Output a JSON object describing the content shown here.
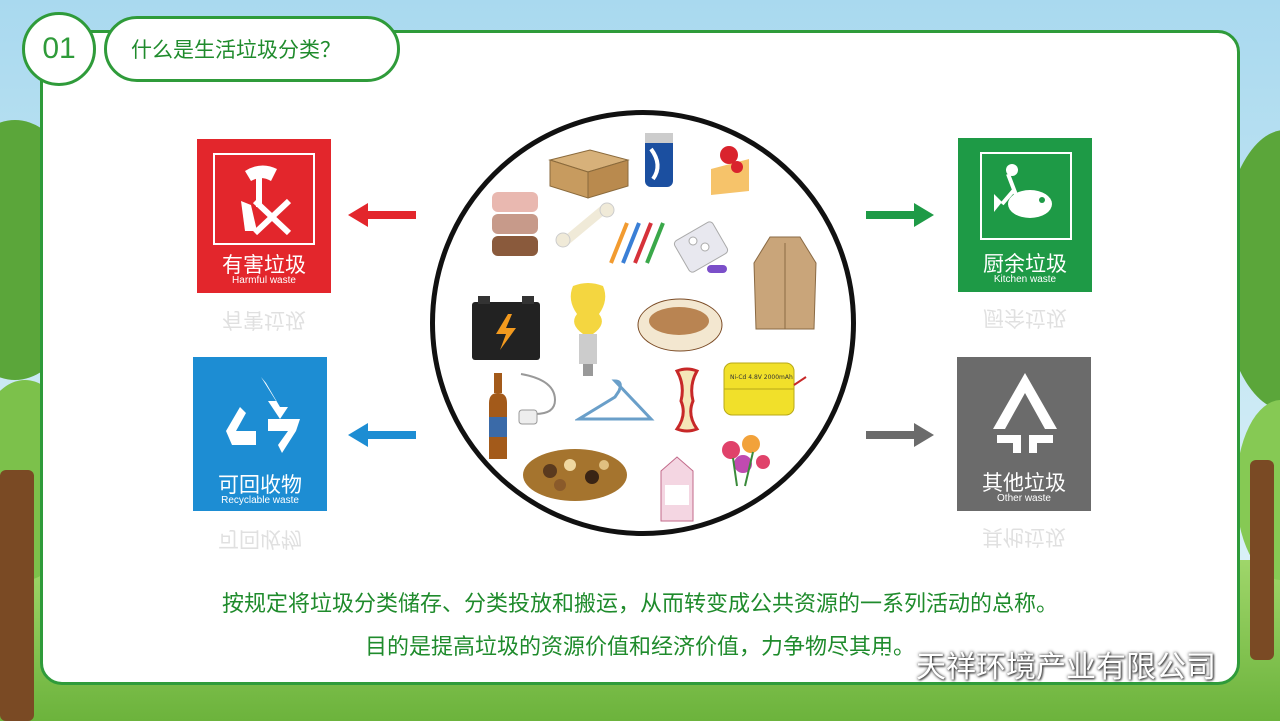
{
  "section": {
    "number": "01",
    "title": "什么是生活垃圾分类？"
  },
  "bins": {
    "harmful": {
      "zh": "有害垃圾",
      "en": "Harmful waste",
      "color": "#e3262c"
    },
    "kitchen": {
      "zh": "厨余垃圾",
      "en": "Kitchen waste",
      "color": "#1e9a46"
    },
    "recyclable": {
      "zh": "可回收物",
      "en": "Recyclable waste",
      "color": "#1d8dd3"
    },
    "other": {
      "zh": "其他垃圾",
      "en": "Other waste",
      "color": "#6b6b6b"
    }
  },
  "arrows": {
    "red": "#e3262c",
    "green": "#1e9a46",
    "blue": "#1d8dd3",
    "gray": "#6b6b6b"
  },
  "description": {
    "line1": "按规定将垃圾分类储存、分类投放和搬运，从而转变成公共资源的一系列活动的总称。",
    "line2": "目的是提高垃圾的资源价值和经济价值，力争物尽其用。"
  },
  "watermark": "天祥环境产业有限公司",
  "items": [
    "cardboard-box",
    "can",
    "cake",
    "towels",
    "bone",
    "pens",
    "pills",
    "coat",
    "battery",
    "bulb",
    "fish",
    "beer-bottle",
    "charger",
    "hanger",
    "apple-core",
    "battery-pack",
    "nuts",
    "milk-carton",
    "flowers"
  ],
  "battery_pack_text": "Ni-Cd 4.8V 2000mAh"
}
